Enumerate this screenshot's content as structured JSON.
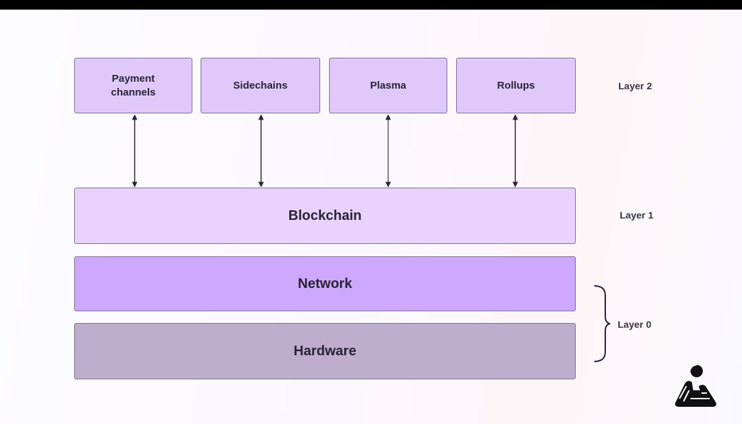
{
  "diagram": {
    "layer2": {
      "label": "Layer 2",
      "items": [
        {
          "line1": "Payment",
          "line2": "channels"
        },
        {
          "line1": "Sidechains",
          "line2": ""
        },
        {
          "line1": "Plasma",
          "line2": ""
        },
        {
          "line1": "Rollups",
          "line2": ""
        }
      ]
    },
    "layer1": {
      "label": "Layer 1",
      "blockchain": "Blockchain"
    },
    "layer0": {
      "label": "Layer 0",
      "network": "Network",
      "hardware": "Hardware"
    },
    "connectors": "bidirectional-arrows",
    "colors": {
      "layer2_box": "#dfc9fb",
      "blockchain": "#e7d3fb",
      "network": "#cea8fc",
      "hardware": "#bfadcd",
      "border": "#7d6f92",
      "text": "#2a2338"
    },
    "logo_icon": "person-at-desk-icon"
  }
}
